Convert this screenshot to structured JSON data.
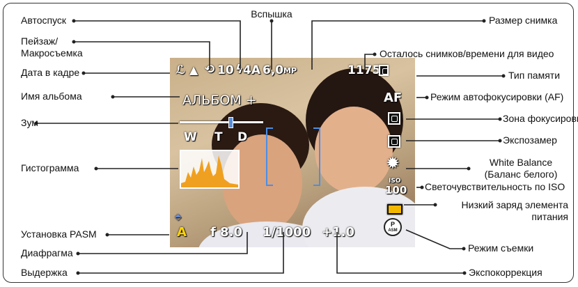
{
  "labels": {
    "self_timer": "Автоспуск",
    "flash": "Вспышка",
    "picture_size": "Размер снимка",
    "landscape_macro_line1": "Пейзаж/",
    "landscape_macro_line2": "Макросъемка",
    "remaining": "Осталось снимков/времени для видео",
    "date_stamp": "Дата в кадре",
    "storage_type": "Тип памяти",
    "album_name": "Имя альбома",
    "af_mode": "Режим автофокусировки (AF)",
    "zoom": "Зум",
    "focus_zone": "Зона фокусировки",
    "exposure_metering": "Экспозамер",
    "histogram": "Гистограмма",
    "white_balance_line1": "White Balance",
    "white_balance_line2": "(Баланс белого)",
    "iso": "Светочувствительность по ISO",
    "low_battery_line1": "Низкий заряд элемента",
    "low_battery_line2": "питания",
    "pasm_setting": "Установка PASM",
    "shooting_mode": "Режим съемки",
    "aperture": "Диафрагма",
    "shutter": "Выдержка",
    "exposure_comp": "Экспокоррекция"
  },
  "screen": {
    "self_timer_value": "10",
    "flash_value": "4A",
    "picture_size_value": "6,0",
    "picture_size_unit": "MP",
    "remaining_value": "1175",
    "album": "АЛЬБОМ +",
    "zoom_w": "W",
    "zoom_t": "T",
    "zoom_d": "D",
    "af_label": "AF",
    "iso_top": "ISO",
    "iso_value": "100",
    "pasm_value": "A",
    "aperture_value": "f 8.0",
    "shutter_value": "1/1000",
    "exposure_comp_value": "+1.0",
    "mode_letter": "P",
    "mode_sub": "ASM"
  },
  "icons": [
    "date-stamp-icon",
    "landscape-icon",
    "self-timer-icon",
    "flash-icon",
    "memory-card-icon",
    "af-icon",
    "focus-zone-icon",
    "metering-icon",
    "white-balance-icon",
    "battery-icon",
    "mode-dial-icon",
    "pasm-arrow-icon"
  ],
  "colors": {
    "pasm_highlight": "#ffd400",
    "focus_brackets": "#4a8ee8",
    "battery": "#f2b700",
    "histogram": "#f0a020"
  }
}
